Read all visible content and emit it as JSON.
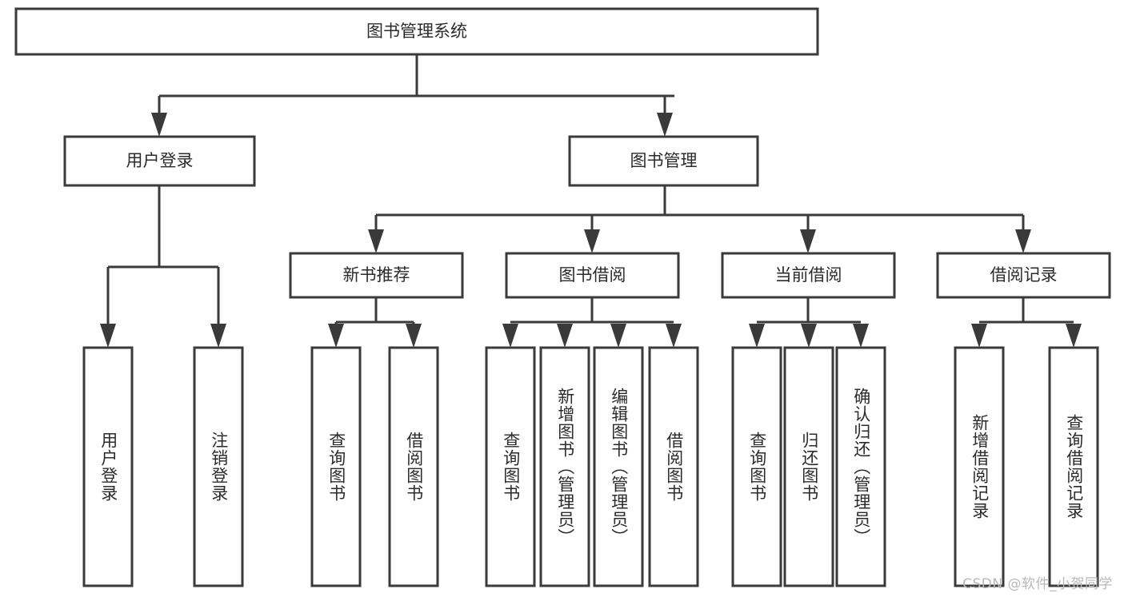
{
  "diagram": {
    "title": "图书管理系统",
    "type": "tree-hierarchy-diagram",
    "colors": {
      "box_stroke": "#3a3a3a",
      "box_fill": "#ffffff",
      "connector": "#3a3a3a",
      "text": "#2b2b2b",
      "background": "#ffffff",
      "watermark": "#b9b9b9"
    },
    "root": {
      "label": "图书管理系统"
    },
    "level2": [
      {
        "label": "用户登录"
      },
      {
        "label": "图书管理"
      }
    ],
    "level3": [
      {
        "label": "新书推荐"
      },
      {
        "label": "图书借阅"
      },
      {
        "label": "当前借阅"
      },
      {
        "label": "借阅记录"
      }
    ],
    "leaves": {
      "user_login": [
        {
          "label": "用户登录"
        },
        {
          "label": "注销登录"
        }
      ],
      "new_book_recommend": [
        {
          "label": "查询图书"
        },
        {
          "label": "借阅图书"
        }
      ],
      "book_borrow": [
        {
          "label": "查询图书"
        },
        {
          "label": "新增图书（管理员）"
        },
        {
          "label": "编辑图书（管理员）"
        },
        {
          "label": "借阅图书"
        }
      ],
      "current_borrow": [
        {
          "label": "查询图书"
        },
        {
          "label": "归还图书"
        },
        {
          "label": "确认归还（管理员）"
        }
      ],
      "borrow_record": [
        {
          "label": "新增借阅记录"
        },
        {
          "label": "查询借阅记录"
        }
      ]
    }
  },
  "watermark": {
    "text": "CSDN @软件_小贺同学"
  }
}
